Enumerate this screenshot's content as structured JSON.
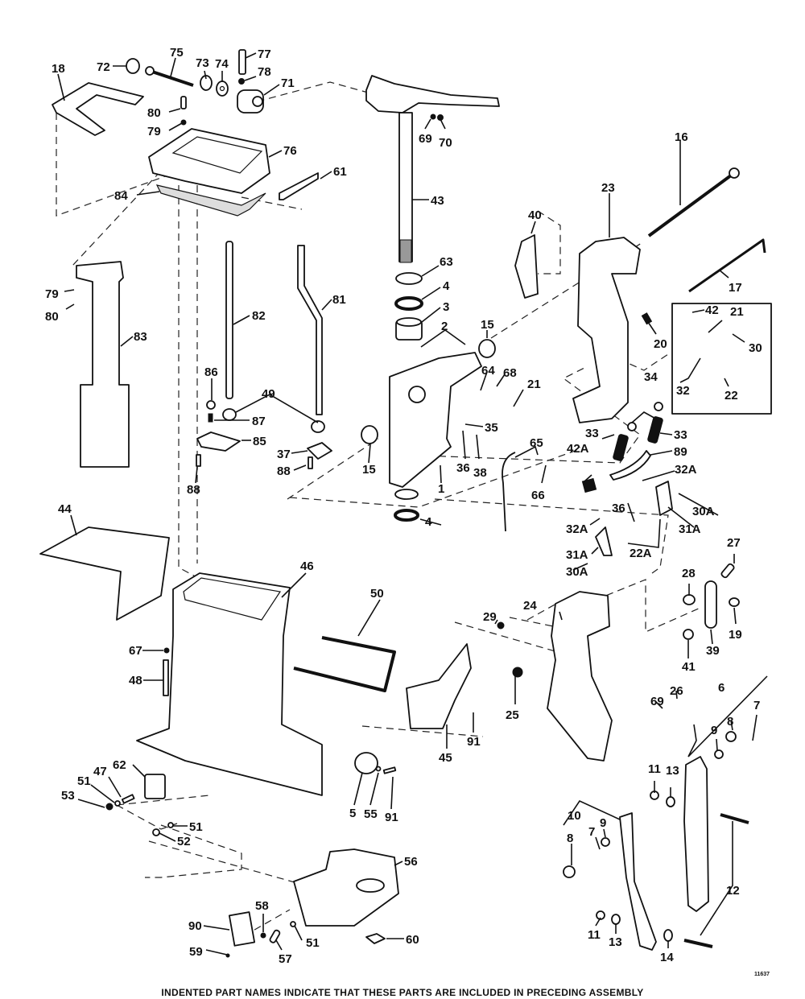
{
  "figure_number": "11637",
  "footnote": "INDENTED PART NAMES INDICATE THAT THESE PARTS ARE INCLUDED IN PRECEDING ASSEMBLY",
  "callouts": [
    "18",
    "72",
    "75",
    "73",
    "74",
    "77",
    "78",
    "71",
    "80",
    "79",
    "76",
    "84",
    "61",
    "69",
    "70",
    "43",
    "16",
    "23",
    "40",
    "17",
    "63",
    "4",
    "3",
    "2",
    "15",
    "42",
    "21",
    "30",
    "20",
    "32",
    "22",
    "34",
    "64",
    "68",
    "21",
    "35",
    "33",
    "33",
    "89",
    "79",
    "80",
    "83",
    "82",
    "81",
    "86",
    "49",
    "87",
    "85",
    "37",
    "88",
    "88",
    "15",
    "36",
    "38",
    "65",
    "42A",
    "66",
    "32A",
    "4",
    "1",
    "32A",
    "36",
    "30A",
    "31A",
    "31A",
    "22A",
    "30A",
    "27",
    "28",
    "19",
    "39",
    "41",
    "44",
    "46",
    "50",
    "29",
    "24",
    "67",
    "48",
    "25",
    "69",
    "26",
    "6",
    "7",
    "8",
    "9",
    "91",
    "45",
    "11",
    "13",
    "5",
    "55",
    "91",
    "62",
    "47",
    "51",
    "53",
    "51",
    "52",
    "10",
    "9",
    "7",
    "8",
    "12",
    "56",
    "58",
    "90",
    "51",
    "59",
    "57",
    "60",
    "11",
    "13",
    "14"
  ]
}
